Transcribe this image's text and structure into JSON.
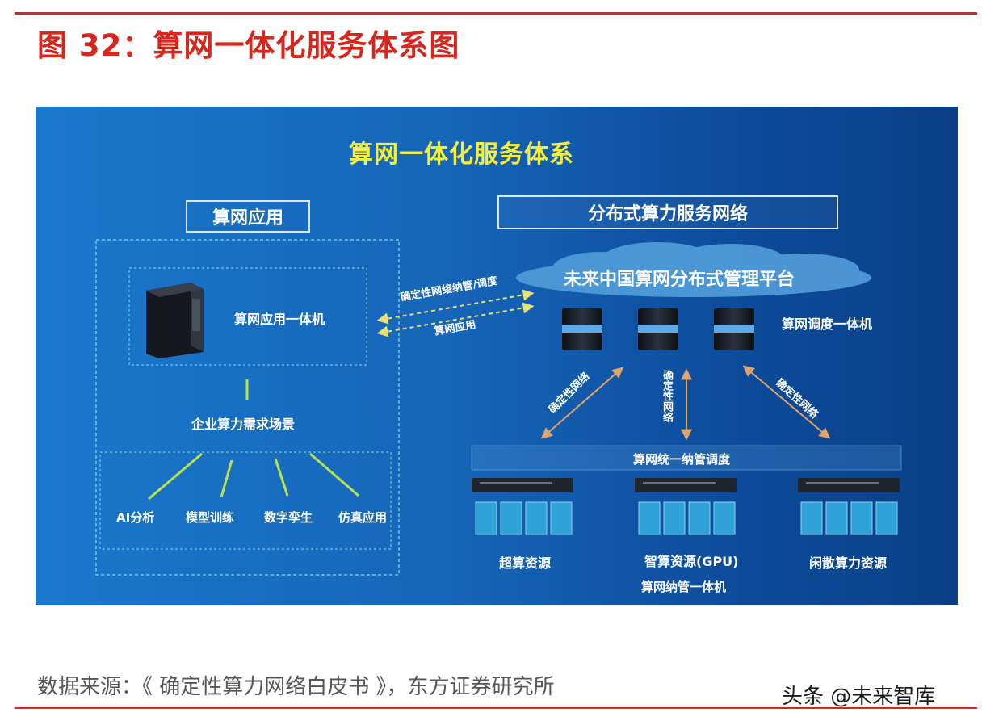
{
  "figure_title": "图 32：算网一体化服务体系图",
  "diagram": {
    "main_title": "算网一体化服务体系",
    "left": {
      "header": "算网应用",
      "device_label": "算网应用一体机",
      "scene_label": "企业算力需求场景",
      "scenarios": [
        "AI分析",
        "模型训练",
        "数字孪生",
        "仿真应用"
      ]
    },
    "right": {
      "header": "分布式算力服务网络",
      "platform": "未来中国算网分布式管理平台",
      "scheduler_label": "算网调度一体机",
      "unified_label": "算网统一纳管调度",
      "link_left": "确定性网络",
      "link_mid": "确定性网络",
      "link_right": "确定性网络",
      "resources": [
        "超算资源",
        "智算资源(GPU)",
        "闲散算力资源"
      ],
      "bottom_label": "算网纳管一体机"
    },
    "link_top": "确定性网络纳管/调度",
    "link_bottom": "算网应用"
  },
  "source": "数据来源：《 确定性算力网络白皮书 》，东方证券研究所",
  "watermark": "头条 @未来智库",
  "colors": {
    "accent": "#d9261c",
    "panel": "#1665b8",
    "highlight": "#f5ef3a",
    "connector": "#b8e34a",
    "arrow": "#e0a36a"
  }
}
